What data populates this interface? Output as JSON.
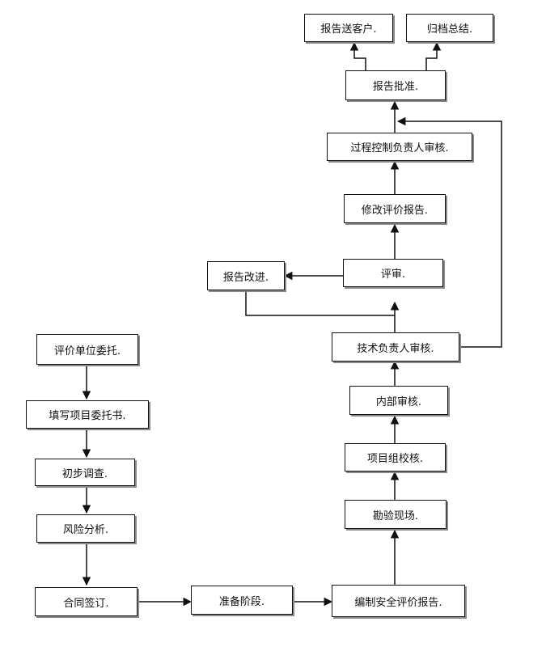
{
  "nodes": {
    "report_to_client": "报告送客户.",
    "archive_summary": "归档总结.",
    "report_approval": "报告批准.",
    "process_control_review": "过程控制负责人审核.",
    "revise_report": "修改评价报告.",
    "review": "评审.",
    "report_improvement": "报告改进.",
    "technical_review": "技术负责人审核.",
    "internal_review": "内部审核.",
    "project_team_check": "项目组校核.",
    "site_survey": "勘验现场.",
    "commission": "评价单位委托.",
    "fill_commission_letter": "填写项目委托书.",
    "preliminary_investigation": "初步调查.",
    "risk_analysis": "风险分析.",
    "contract_signing": "合同签订.",
    "preparation_stage": "准备阶段.",
    "compile_report": "编制安全评价报告."
  }
}
